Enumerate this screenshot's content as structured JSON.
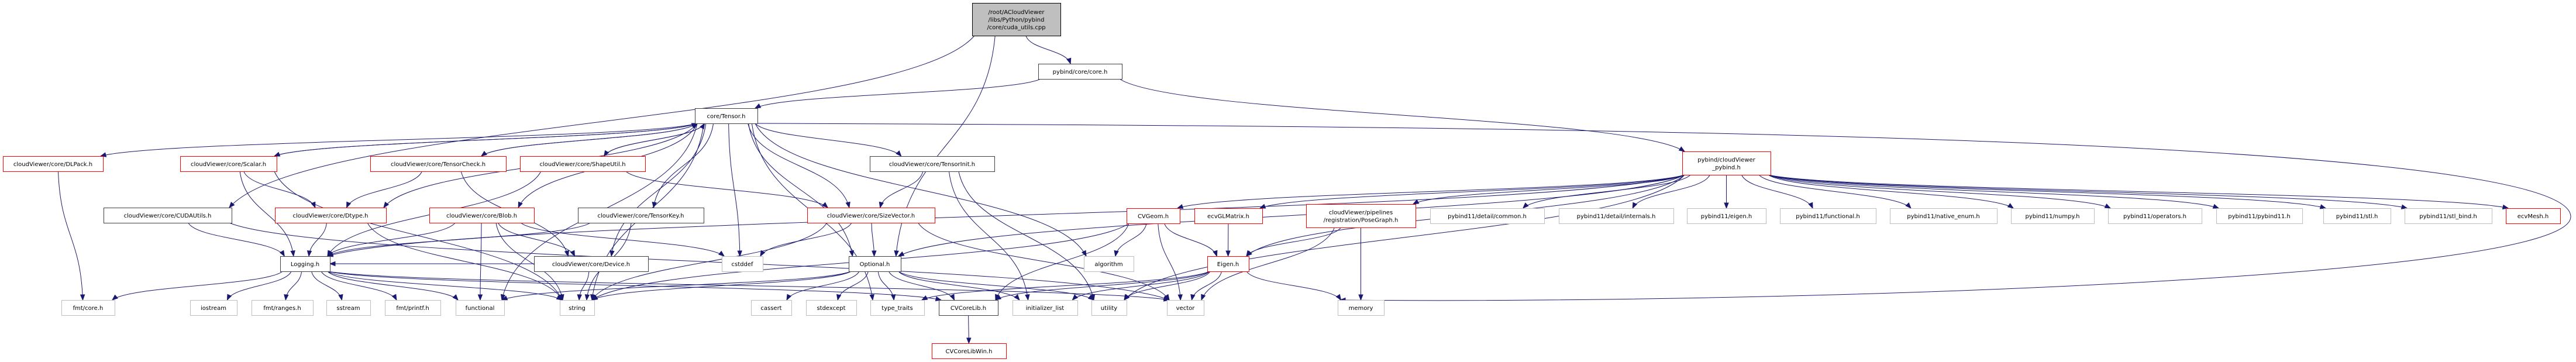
{
  "diagram": {
    "type": "include-dependency-graph",
    "root": "root",
    "colors": {
      "edge": "#191970",
      "root_fill": "#bfbfbf",
      "root_border": "#000000",
      "local_border": "#404040",
      "truncated_border": "#ff0000",
      "system_border": "#bfbfbf",
      "fill": "#ffffff"
    },
    "nodes": [
      {
        "id": "root",
        "label": [
          "/root/ACloudViewer",
          "/libs/Python/pybind",
          "/core/cuda_utils.cpp"
        ],
        "kind": "root"
      },
      {
        "id": "core_h",
        "label": [
          "pybind/core/core.h"
        ],
        "kind": "local"
      },
      {
        "id": "tensor",
        "label": [
          "core/Tensor.h"
        ],
        "kind": "local"
      },
      {
        "id": "pybind_cv",
        "label": [
          "pybind/cloudViewer",
          "_pybind.h"
        ],
        "kind": "truncated"
      },
      {
        "id": "dlpack",
        "label": [
          "cloudViewer/core/DLPack.h"
        ],
        "kind": "truncated"
      },
      {
        "id": "scalar",
        "label": [
          "cloudViewer/core/Scalar.h"
        ],
        "kind": "truncated"
      },
      {
        "id": "tensorcheck",
        "label": [
          "cloudViewer/core/TensorCheck.h"
        ],
        "kind": "truncated"
      },
      {
        "id": "shapeutil",
        "label": [
          "cloudViewer/core/ShapeUtil.h"
        ],
        "kind": "truncated"
      },
      {
        "id": "tensorinit",
        "label": [
          "cloudViewer/core/TensorInit.h"
        ],
        "kind": "local"
      },
      {
        "id": "cudautils",
        "label": [
          "cloudViewer/core/CUDAUtils.h"
        ],
        "kind": "local"
      },
      {
        "id": "dtype",
        "label": [
          "cloudViewer/core/Dtype.h"
        ],
        "kind": "truncated"
      },
      {
        "id": "blob",
        "label": [
          "cloudViewer/core/Blob.h"
        ],
        "kind": "truncated"
      },
      {
        "id": "tensorkey",
        "label": [
          "cloudViewer/core/TensorKey.h"
        ],
        "kind": "local"
      },
      {
        "id": "sizevector",
        "label": [
          "cloudViewer/core/SizeVector.h"
        ],
        "kind": "truncated"
      },
      {
        "id": "cvgeom",
        "label": [
          "CVGeom.h"
        ],
        "kind": "truncated"
      },
      {
        "id": "ecvglmatrix",
        "label": [
          "ecvGLMatrix.h"
        ],
        "kind": "truncated"
      },
      {
        "id": "posegraph",
        "label": [
          "cloudViewer/pipelines",
          "/registration/PoseGraph.h"
        ],
        "kind": "truncated"
      },
      {
        "id": "pb_common",
        "label": [
          "pybind11/detail/common.h"
        ],
        "kind": "system"
      },
      {
        "id": "pb_internals",
        "label": [
          "pybind11/detail/internals.h"
        ],
        "kind": "system"
      },
      {
        "id": "pb_eigen",
        "label": [
          "pybind11/eigen.h"
        ],
        "kind": "system"
      },
      {
        "id": "pb_functional",
        "label": [
          "pybind11/functional.h"
        ],
        "kind": "system"
      },
      {
        "id": "pb_native_enum",
        "label": [
          "pybind11/native_enum.h"
        ],
        "kind": "system"
      },
      {
        "id": "pb_numpy",
        "label": [
          "pybind11/numpy.h"
        ],
        "kind": "system"
      },
      {
        "id": "pb_operators",
        "label": [
          "pybind11/operators.h"
        ],
        "kind": "system"
      },
      {
        "id": "pb_pybind11",
        "label": [
          "pybind11/pybind11.h"
        ],
        "kind": "system"
      },
      {
        "id": "pb_stl",
        "label": [
          "pybind11/stl.h"
        ],
        "kind": "system"
      },
      {
        "id": "pb_stl_bind",
        "label": [
          "pybind11/stl_bind.h"
        ],
        "kind": "system"
      },
      {
        "id": "ecvmesh",
        "label": [
          "ecvMesh.h"
        ],
        "kind": "truncated"
      },
      {
        "id": "logging",
        "label": [
          "Logging.h"
        ],
        "kind": "local"
      },
      {
        "id": "device",
        "label": [
          "cloudViewer/core/Device.h"
        ],
        "kind": "local"
      },
      {
        "id": "cstddef",
        "label": [
          "cstddef"
        ],
        "kind": "system"
      },
      {
        "id": "optional",
        "label": [
          "Optional.h"
        ],
        "kind": "local"
      },
      {
        "id": "algorithm",
        "label": [
          "algorithm"
        ],
        "kind": "system"
      },
      {
        "id": "eigen",
        "label": [
          "Eigen.h"
        ],
        "kind": "truncated"
      },
      {
        "id": "fmt_core",
        "label": [
          "fmt/core.h"
        ],
        "kind": "system"
      },
      {
        "id": "iostream",
        "label": [
          "iostream"
        ],
        "kind": "system"
      },
      {
        "id": "fmt_ranges",
        "label": [
          "fmt/ranges.h"
        ],
        "kind": "system"
      },
      {
        "id": "sstream",
        "label": [
          "sstream"
        ],
        "kind": "system"
      },
      {
        "id": "fmt_printf",
        "label": [
          "fmt/printf.h"
        ],
        "kind": "system"
      },
      {
        "id": "functional",
        "label": [
          "functional"
        ],
        "kind": "system"
      },
      {
        "id": "string",
        "label": [
          "string"
        ],
        "kind": "system"
      },
      {
        "id": "cassert",
        "label": [
          "cassert"
        ],
        "kind": "system"
      },
      {
        "id": "stdexcept",
        "label": [
          "stdexcept"
        ],
        "kind": "system"
      },
      {
        "id": "type_traits",
        "label": [
          "type_traits"
        ],
        "kind": "system"
      },
      {
        "id": "cvcorelib",
        "label": [
          "CVCoreLib.h"
        ],
        "kind": "local"
      },
      {
        "id": "initializer_list",
        "label": [
          "initializer_list"
        ],
        "kind": "system"
      },
      {
        "id": "utility",
        "label": [
          "utility"
        ],
        "kind": "system"
      },
      {
        "id": "vector",
        "label": [
          "vector"
        ],
        "kind": "system"
      },
      {
        "id": "memory",
        "label": [
          "memory"
        ],
        "kind": "system"
      },
      {
        "id": "cvcorelibwin",
        "label": [
          "CVCoreLibWin.h"
        ],
        "kind": "truncated"
      }
    ],
    "edges": [
      [
        "root",
        "core_h"
      ],
      [
        "root",
        "cudautils"
      ],
      [
        "root",
        "optional"
      ],
      [
        "core_h",
        "tensor"
      ],
      [
        "core_h",
        "pybind_cv"
      ],
      [
        "tensor",
        "dlpack"
      ],
      [
        "tensor",
        "scalar"
      ],
      [
        "tensor",
        "tensorcheck"
      ],
      [
        "tensor",
        "shapeutil"
      ],
      [
        "tensor",
        "tensorinit"
      ],
      [
        "tensor",
        "dtype"
      ],
      [
        "tensor",
        "blob"
      ],
      [
        "tensor",
        "tensorkey"
      ],
      [
        "tensor",
        "sizevector"
      ],
      [
        "tensor",
        "device"
      ],
      [
        "tensor",
        "cstddef"
      ],
      [
        "tensor",
        "optional"
      ],
      [
        "tensor",
        "algorithm"
      ],
      [
        "tensor",
        "string"
      ],
      [
        "tensor",
        "type_traits"
      ],
      [
        "tensor",
        "memory"
      ],
      [
        "tensor",
        "functional"
      ],
      [
        "tensorcheck",
        "tensor"
      ],
      [
        "shapeutil",
        "tensor"
      ],
      [
        "scalar",
        "tensor"
      ],
      [
        "dlpack",
        "fmt_core"
      ],
      [
        "scalar",
        "logging"
      ],
      [
        "scalar",
        "dtype"
      ],
      [
        "scalar",
        "string"
      ],
      [
        "cudautils",
        "logging"
      ],
      [
        "cudautils",
        "vector"
      ],
      [
        "tensorcheck",
        "dtype"
      ],
      [
        "tensorcheck",
        "device"
      ],
      [
        "shapeutil",
        "sizevector"
      ],
      [
        "shapeutil",
        "logging"
      ],
      [
        "tensorinit",
        "sizevector"
      ],
      [
        "tensorinit",
        "initializer_list"
      ],
      [
        "tensorinit",
        "utility"
      ],
      [
        "dtype",
        "logging"
      ],
      [
        "dtype",
        "string"
      ],
      [
        "blob",
        "logging"
      ],
      [
        "blob",
        "device"
      ],
      [
        "blob",
        "functional"
      ],
      [
        "blob",
        "string"
      ],
      [
        "blob",
        "cstddef"
      ],
      [
        "tensorkey",
        "logging"
      ],
      [
        "tensorkey",
        "string"
      ],
      [
        "sizevector",
        "optional"
      ],
      [
        "sizevector",
        "cstddef"
      ],
      [
        "sizevector",
        "string"
      ],
      [
        "sizevector",
        "vector"
      ],
      [
        "logging",
        "fmt_core"
      ],
      [
        "logging",
        "iostream"
      ],
      [
        "logging",
        "fmt_ranges"
      ],
      [
        "logging",
        "sstream"
      ],
      [
        "logging",
        "fmt_printf"
      ],
      [
        "logging",
        "functional"
      ],
      [
        "logging",
        "string"
      ],
      [
        "logging",
        "cvcorelib"
      ],
      [
        "logging",
        "vector"
      ],
      [
        "device",
        "string"
      ],
      [
        "device",
        "logging"
      ],
      [
        "optional",
        "cassert"
      ],
      [
        "optional",
        "stdexcept"
      ],
      [
        "optional",
        "type_traits"
      ],
      [
        "optional",
        "cvcorelib"
      ],
      [
        "optional",
        "initializer_list"
      ],
      [
        "optional",
        "utility"
      ],
      [
        "optional",
        "string"
      ],
      [
        "optional",
        "functional"
      ],
      [
        "cvcorelib",
        "cvcorelibwin"
      ],
      [
        "pybind_cv",
        "cvgeom"
      ],
      [
        "pybind_cv",
        "ecvglmatrix"
      ],
      [
        "pybind_cv",
        "posegraph"
      ],
      [
        "pybind_cv",
        "pb_common"
      ],
      [
        "pybind_cv",
        "pb_internals"
      ],
      [
        "pybind_cv",
        "pb_eigen"
      ],
      [
        "pybind_cv",
        "pb_functional"
      ],
      [
        "pybind_cv",
        "pb_native_enum"
      ],
      [
        "pybind_cv",
        "pb_numpy"
      ],
      [
        "pybind_cv",
        "pb_operators"
      ],
      [
        "pybind_cv",
        "pb_pybind11"
      ],
      [
        "pybind_cv",
        "pb_stl"
      ],
      [
        "pybind_cv",
        "pb_stl_bind"
      ],
      [
        "pybind_cv",
        "ecvmesh"
      ],
      [
        "pybind_cv",
        "eigen"
      ],
      [
        "pybind_cv",
        "optional"
      ],
      [
        "pybind_cv",
        "logging"
      ],
      [
        "pybind_cv",
        "utility"
      ],
      [
        "cvgeom",
        "algorithm"
      ],
      [
        "cvgeom",
        "eigen"
      ],
      [
        "cvgeom",
        "vector"
      ],
      [
        "cvgeom",
        "cvcorelib"
      ],
      [
        "cvgeom",
        "string"
      ],
      [
        "ecvglmatrix",
        "eigen"
      ],
      [
        "posegraph",
        "eigen"
      ],
      [
        "posegraph",
        "memory"
      ],
      [
        "posegraph",
        "vector"
      ],
      [
        "eigen",
        "memory"
      ],
      [
        "eigen",
        "vector"
      ],
      [
        "eigen",
        "utility"
      ],
      [
        "eigen",
        "initializer_list"
      ],
      [
        "eigen",
        "cvcorelib"
      ],
      [
        "eigen",
        "type_traits"
      ]
    ]
  }
}
